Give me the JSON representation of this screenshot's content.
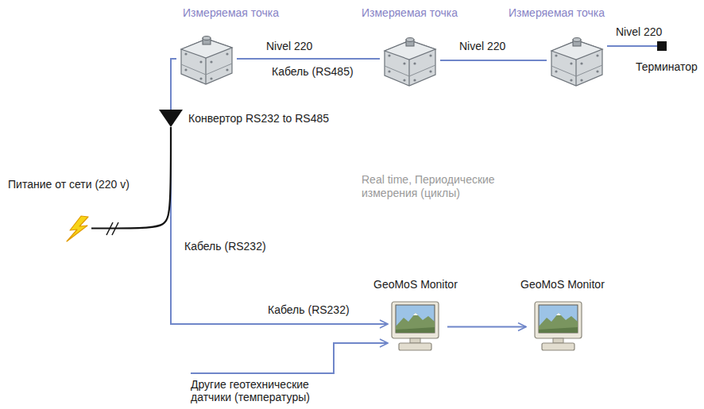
{
  "diagram": {
    "nodes": [
      {
        "text": [
          "Измеряемая точка"
        ]
      },
      {
        "text": [
          "Измеряемая точка"
        ]
      },
      {
        "text": [
          "Измеряемая точка"
        ]
      },
      {
        "text": [
          "Терминатор"
        ]
      },
      {
        "text": [
          "Конвертор RS232 to RS485"
        ]
      },
      {
        "text": [
          "Питание от сети (220 v)"
        ]
      },
      {
        "text": [
          "GeoMoS Monitor"
        ]
      },
      {
        "text": [
          "GeoMoS Monitor"
        ]
      },
      {
        "text": [
          "Другие геотехнические датчики (температуры)"
        ]
      }
    ],
    "edges": [
      {
        "from": 0,
        "to": 1,
        "arrow": "none",
        "label": "Кабель (RS485)"
      },
      {
        "from": 1,
        "to": 2,
        "arrow": "none"
      },
      {
        "from": 2,
        "to": 3,
        "arrow": "none"
      },
      {
        "from": 4,
        "to": 0,
        "arrow": "none"
      },
      {
        "from": 4,
        "to": 6,
        "arrow": "to",
        "label": "Кабель (RS232)"
      },
      {
        "from": 5,
        "to": 4,
        "arrow": "none"
      },
      {
        "from": 8,
        "to": 6,
        "arrow": "to"
      },
      {
        "from": 6,
        "to": 7,
        "arrow": "to"
      }
    ],
    "labels": [
      "Nivel 220",
      "Nivel 220",
      "Nivel 220",
      "Кабель (RS232)",
      "Real time, Периодические измерения (циклы)"
    ]
  }
}
